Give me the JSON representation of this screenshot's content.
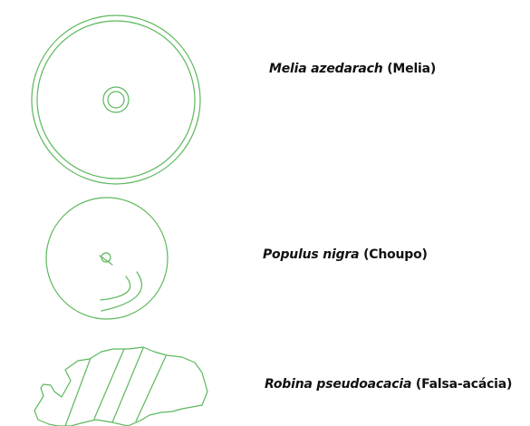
{
  "colors": {
    "symbol_stroke": "#5cb85c",
    "text": "#111111",
    "background": "#ffffff"
  },
  "trees": [
    {
      "scientific": "Melia azedarach",
      "common": "(Melia)",
      "icon": "double-circle-tree-symbol"
    },
    {
      "scientific": "Populus nigra",
      "common": "(Choupo)",
      "icon": "circle-with-arcs-tree-symbol"
    },
    {
      "scientific": "Robina pseudoacacia",
      "common": "(Falsa-acácia)",
      "icon": "irregular-hatched-tree-symbol"
    }
  ]
}
